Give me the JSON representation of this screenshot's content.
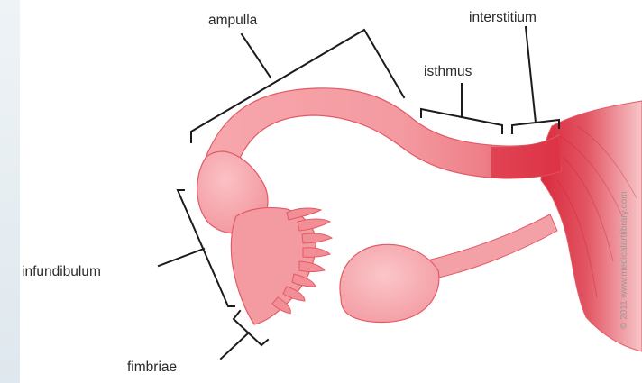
{
  "labels": {
    "ampulla": "ampulla",
    "isthmus": "isthmus",
    "interstitium": "interstitium",
    "infundibulum": "infundibulum",
    "fimbriae": "fimbriae"
  },
  "copyright": "© 2011 www.medicalartlibrary.com",
  "colors": {
    "tissue_light": "#f6a3a8",
    "tissue_mid": "#ef7b83",
    "tissue_dark": "#d8283a",
    "outline": "#e35a66",
    "line": "#1b1b1b",
    "background": "#ffffff",
    "left_strip": "#e6edf2"
  }
}
